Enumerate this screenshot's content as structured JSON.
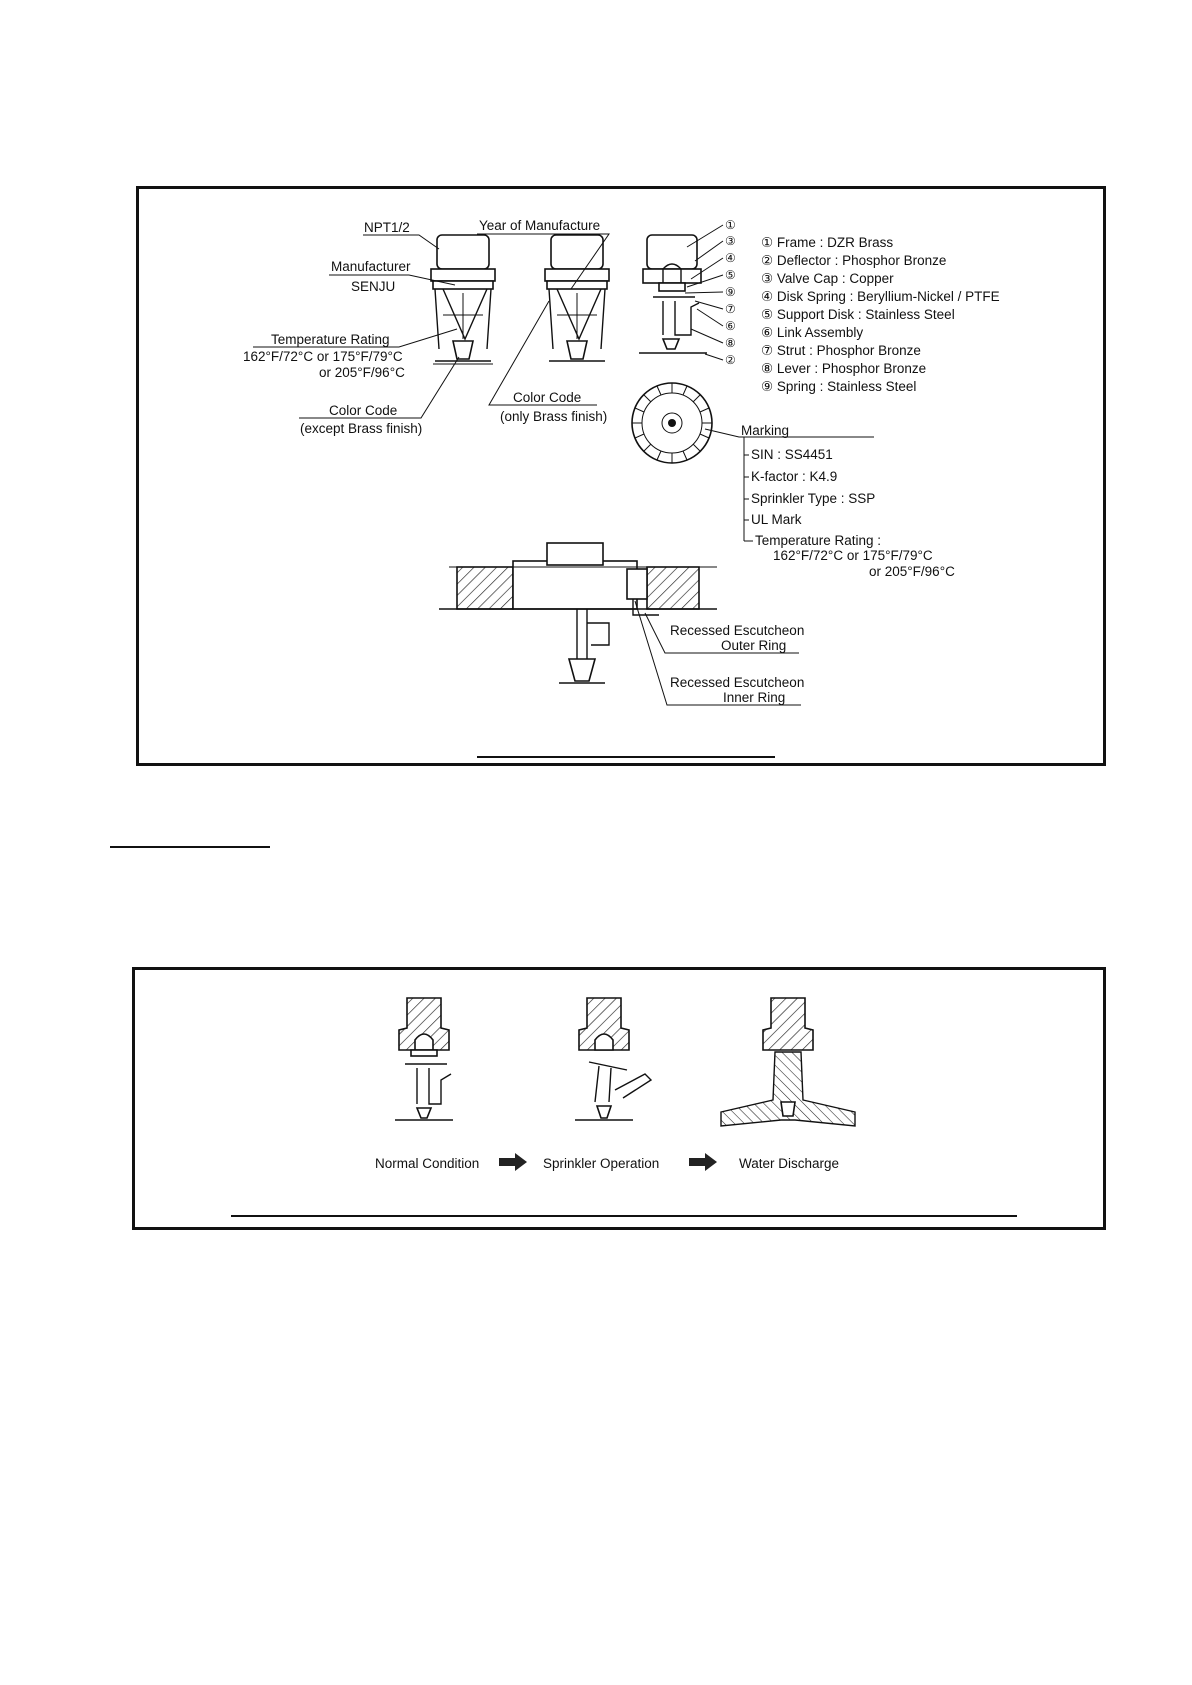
{
  "figure1": {
    "labels": {
      "npt": "NPT1/2",
      "manufacturer": "Manufacturer",
      "manufacturer_name": "SENJU",
      "year": "Year of Manufacture",
      "temp_rating": "Temperature Rating",
      "temp_line1": "162°F/72°C or 175°F/79°C",
      "temp_line2": "or 205°F/96°C",
      "color_code_left": "Color Code",
      "color_code_left_note": "(except Brass finish)",
      "color_code_mid": "Color Code",
      "color_code_mid_note": "(only Brass finish)",
      "escutcheon_outer_1": "Recessed Escutcheon",
      "escutcheon_outer_2": "Outer Ring",
      "escutcheon_inner_1": "Recessed Escutcheon",
      "escutcheon_inner_2": "Inner Ring"
    },
    "callout_numbers": [
      "①",
      "③",
      "④",
      "⑤",
      "⑨",
      "⑦",
      "⑥",
      "⑧",
      "②"
    ],
    "parts": [
      "① Frame : DZR Brass",
      "② Deflector : Phosphor Bronze",
      "③ Valve Cap : Copper",
      "④ Disk Spring : Beryllium-Nickel / PTFE",
      "⑤ Support Disk : Stainless Steel",
      "⑥ Link Assembly",
      "⑦ Strut : Phosphor Bronze",
      "⑧ Lever : Phosphor Bronze",
      "⑨ Spring : Stainless Steel"
    ],
    "marking": {
      "title": "Marking",
      "items": [
        "SIN : SS4451",
        "K-factor : K4.9",
        "Sprinkler Type : SSP",
        "UL Mark",
        "Temperature Rating :"
      ],
      "temp_line1": "162°F/72°C or 175°F/79°C",
      "temp_line2": "or 205°F/96°C"
    }
  },
  "figure2": {
    "steps": [
      "Normal Condition",
      "Sprinkler Operation",
      "Water Discharge"
    ]
  }
}
